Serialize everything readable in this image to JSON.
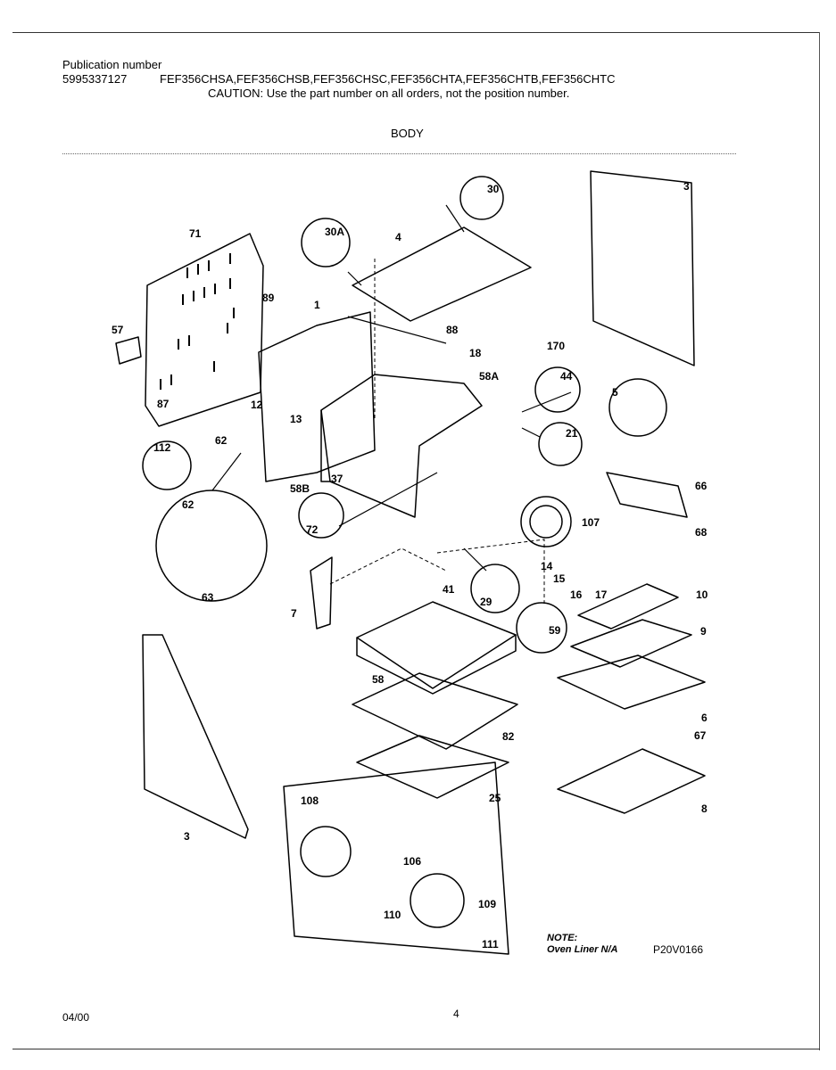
{
  "header": {
    "label": "Publication number",
    "publication_number": "5995337127",
    "models": "FEF356CHSA,FEF356CHSB,FEF356CHSC,FEF356CHTA,FEF356CHTB,FEF356CHTC",
    "caution": "CAUTION:  Use the part number on all orders, not the position number.",
    "section": "BODY"
  },
  "note": {
    "label": "NOTE:",
    "text": "Oven Liner N/A"
  },
  "figure_code": "P20V0166",
  "footer": {
    "date": "04/00",
    "page": "4"
  },
  "callouts": [
    "71",
    "57",
    "89",
    "1",
    "87",
    "12",
    "13",
    "112",
    "62",
    "62",
    "63",
    "30A",
    "30",
    "4",
    "88",
    "18",
    "58A",
    "58B",
    "37",
    "72",
    "7",
    "3",
    "170",
    "44",
    "5",
    "21",
    "66",
    "68",
    "107",
    "14",
    "15",
    "16",
    "17",
    "41",
    "29",
    "59",
    "10",
    "9",
    "58",
    "82",
    "6",
    "67",
    "25",
    "8",
    "3",
    "108",
    "106",
    "109",
    "110",
    "111"
  ]
}
